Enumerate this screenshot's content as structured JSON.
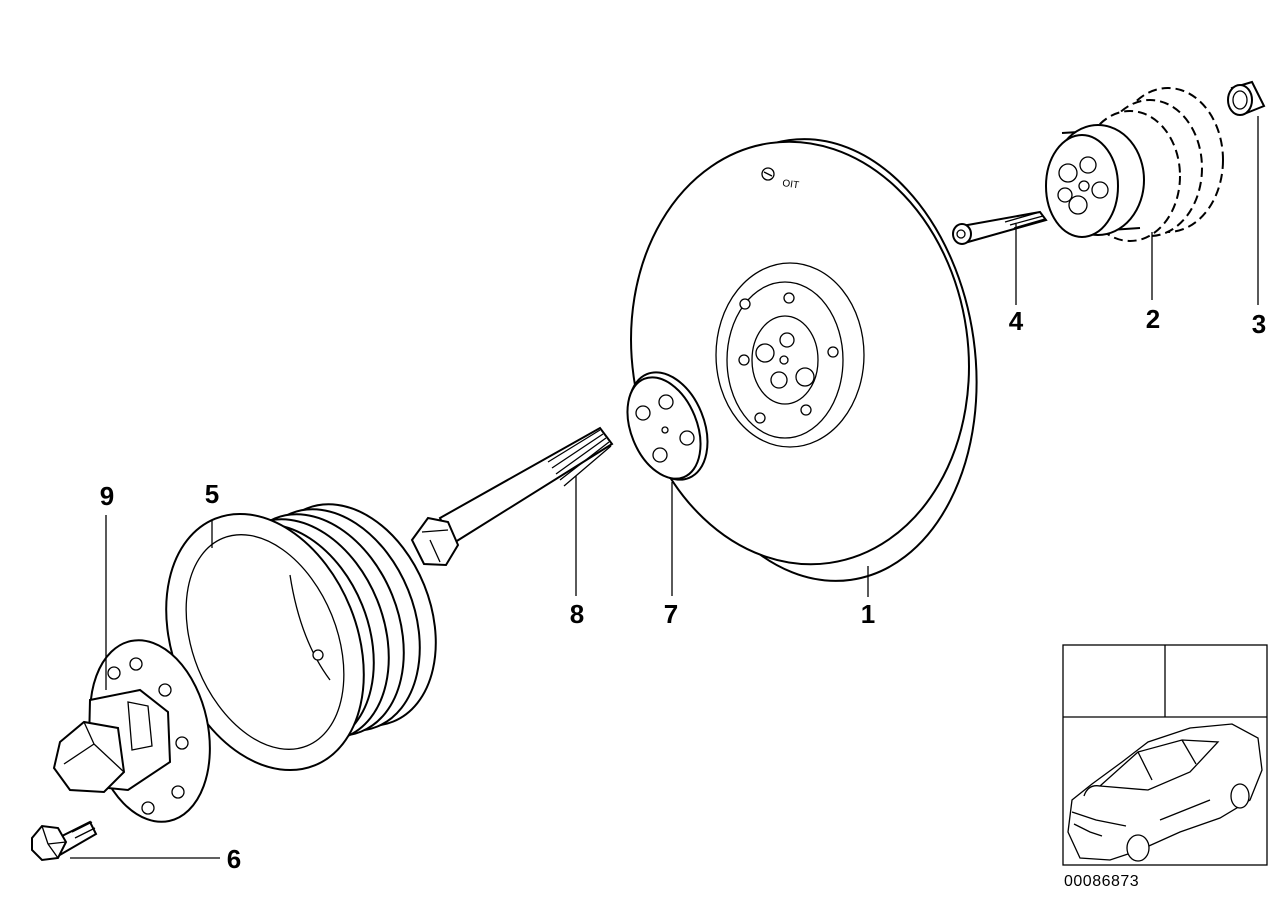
{
  "diagram": {
    "part_labels": {
      "p1": "1",
      "p2": "2",
      "p3": "3",
      "p4": "4",
      "p5": "5",
      "p6": "6",
      "p7": "7",
      "p8": "8",
      "p9": "9"
    },
    "flywheel_marking": "OIT",
    "image_code": "00086873"
  }
}
